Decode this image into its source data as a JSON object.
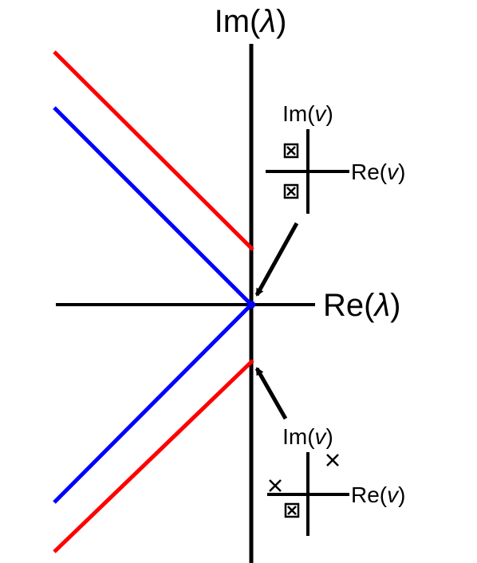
{
  "axes": {
    "im_lambda": {
      "prefix": "Im(",
      "var": "λ",
      "suffix": ")"
    },
    "re_lambda": {
      "prefix": "Re(",
      "var": "λ",
      "suffix": ")"
    }
  },
  "insets": {
    "upper": {
      "im_v": {
        "prefix": "Im(",
        "var": "v",
        "suffix": ")"
      },
      "re_v": {
        "prefix": "Re(",
        "var": "v",
        "suffix": ")"
      },
      "markers": [
        "boxed-cross-marker",
        "boxed-cross-marker"
      ]
    },
    "lower": {
      "im_v": {
        "prefix": "Im(",
        "var": "v",
        "suffix": ")"
      },
      "re_v": {
        "prefix": "Re(",
        "var": "v",
        "suffix": ")"
      },
      "markers": [
        "cross-marker",
        "cross-marker",
        "boxed-cross-marker"
      ]
    }
  },
  "colors": {
    "red_branch": "#ff0000",
    "blue_branch": "#0000ff",
    "axes": "#000000"
  }
}
